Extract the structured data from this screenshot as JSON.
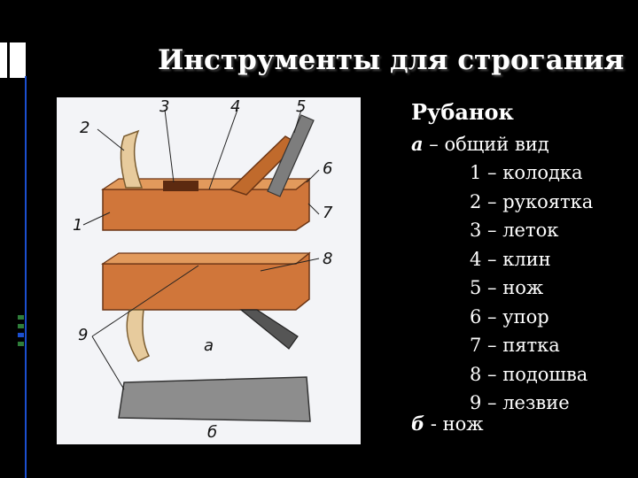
{
  "slide": {
    "title": "Инструменты для строгания",
    "subtitle": "Рубанок",
    "view_a": {
      "letter": "а",
      "text": " – общий вид"
    },
    "parts": [
      "1 – колодка",
      "2 – рукоятка",
      "3 – леток",
      "4 – клин",
      "5 – нож",
      "6 – упор",
      "7 – пятка",
      "8 – подошва",
      "9 – лезвие"
    ],
    "view_b": {
      "letter": "б",
      "text": " - нож"
    }
  },
  "illustration": {
    "callouts": [
      "1",
      "2",
      "3",
      "4",
      "5",
      "6",
      "7",
      "8",
      "9"
    ],
    "label_a": "а",
    "label_b": "б"
  },
  "colors": {
    "background": "#000000",
    "accent_blue": "#1b4fcf",
    "wood": "#c8733a",
    "handle": "#e4c79a",
    "blade": "#8a8a8a"
  }
}
